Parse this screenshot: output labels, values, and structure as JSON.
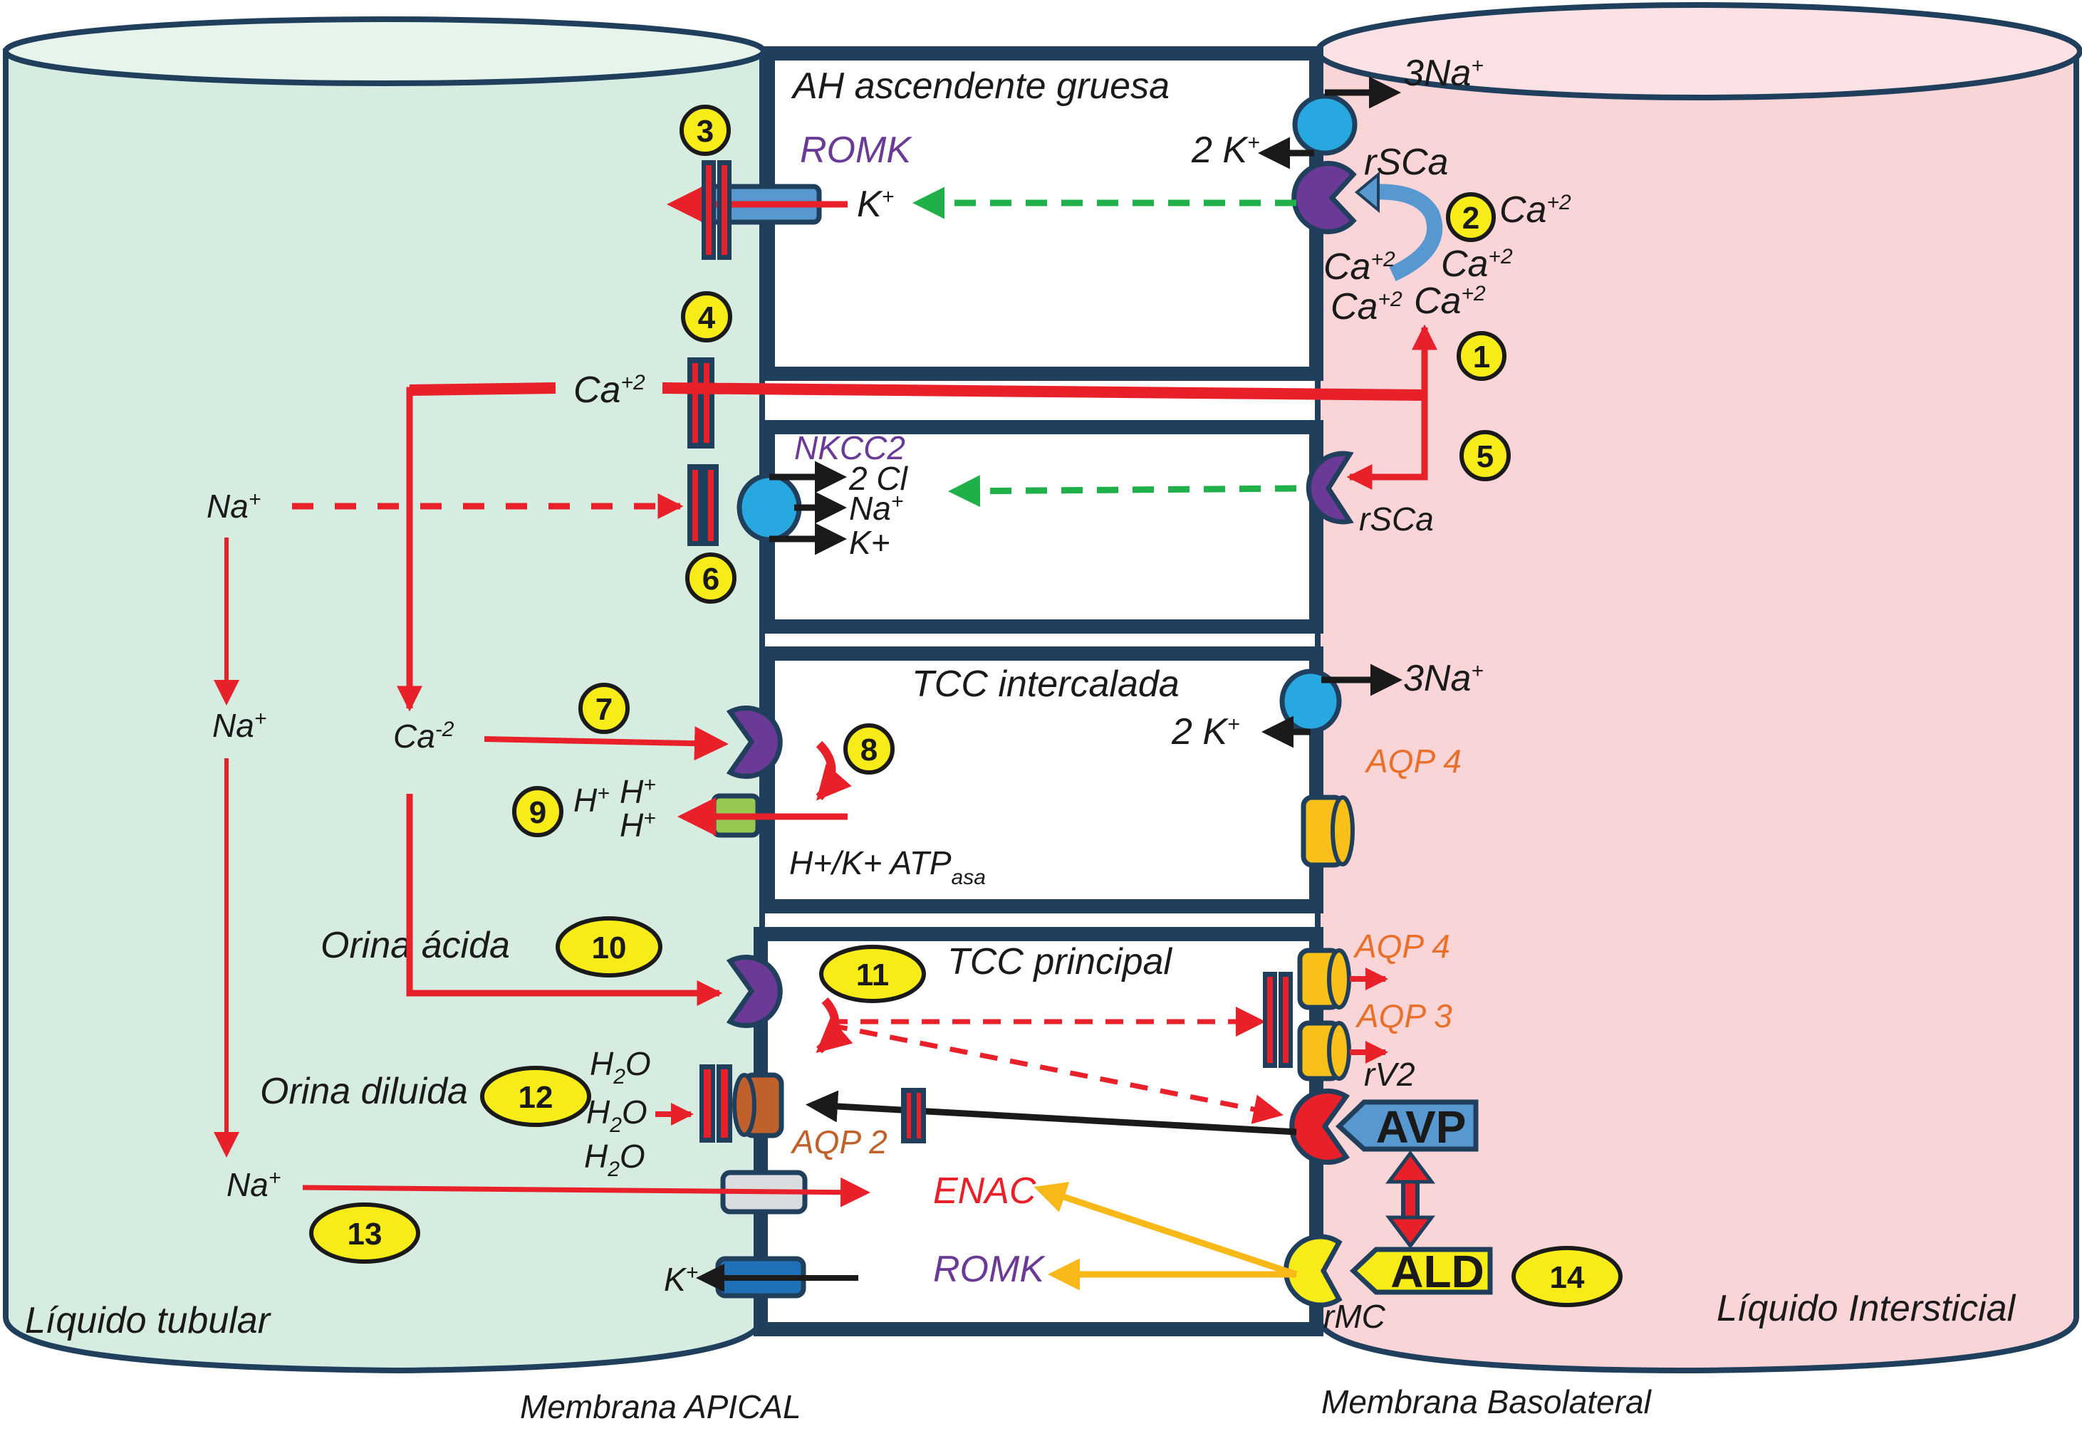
{
  "regions": {
    "tubular_fluid": "Líquido tubular",
    "interstitial_fluid": "Líquido Intersticial",
    "apical_membrane": "Membrana APICAL",
    "basolateral_membrane": "Membrana Basolateral"
  },
  "cells": {
    "thick_ascending_limb": "AH ascendente gruesa",
    "intercalated": "TCC intercalada",
    "principal": "TCC principal"
  },
  "transporters": {
    "romk_top": "ROMK",
    "nkcc2": "NKCC2",
    "h_k_atpase": "H+/K+ ATP",
    "h_k_atpase_sub": "asa",
    "aqp4_intercalated": "AQP 4",
    "aqp4_principal": "AQP 4",
    "aqp3": "AQP 3",
    "aqp2": "AQP 2",
    "enac": "ENAC",
    "romk_bottom": "ROMK"
  },
  "receptors": {
    "rsca_top": "rSCa",
    "rsca_mid": "rSCa",
    "rv2": "rV2",
    "rmc": "rMC"
  },
  "hormones": {
    "avp": "AVP",
    "ald": "ALD"
  },
  "ions": {
    "na3_top": "3Na",
    "k2_top": "2 K",
    "k_romk": "K",
    "ca_interstitial": [
      "Ca",
      "Ca",
      "Ca",
      "Ca",
      "Ca"
    ],
    "ca_charge": "+2",
    "ca_tubular": "Ca",
    "cl2": "2 Cl",
    "na_nkcc": "Na",
    "k_nkcc": "K+",
    "na_tubular_1": "Na",
    "na_tubular_2": "Na",
    "na_tubular_3": "Na",
    "ca_tubular_2": "Ca",
    "ca_tubular_2_charge": "-2",
    "na3_mid": "3Na",
    "k2_mid": "2 K",
    "h_ions": [
      "H",
      "H",
      "H"
    ],
    "h2o": [
      "H",
      "H",
      "H"
    ],
    "h2o_sub": "2",
    "h2o_o": "O",
    "k_bottom": "K",
    "plus": "+"
  },
  "annotations": {
    "acid_urine": "Orina ácida",
    "dilute_urine": "Orina diluida"
  },
  "badges": [
    "1",
    "2",
    "3",
    "4",
    "5",
    "6",
    "7",
    "8",
    "9",
    "10",
    "11",
    "12",
    "13",
    "14"
  ],
  "colors": {
    "tubular": "#d6ece0",
    "interstitial": "#f9d5d8",
    "membrane": "#203f5c",
    "arrow_red": "#e8202a",
    "arrow_green": "#20b04a",
    "arrow_yellow": "#f8b818",
    "badge": "#f8ec18",
    "pump_blue": "#28a8e0",
    "receptor_purple": "#6b3a96",
    "aqp_yellow": "#f8c018",
    "aqp2_brown": "#c0602a",
    "avp_blue": "#5898d0"
  }
}
